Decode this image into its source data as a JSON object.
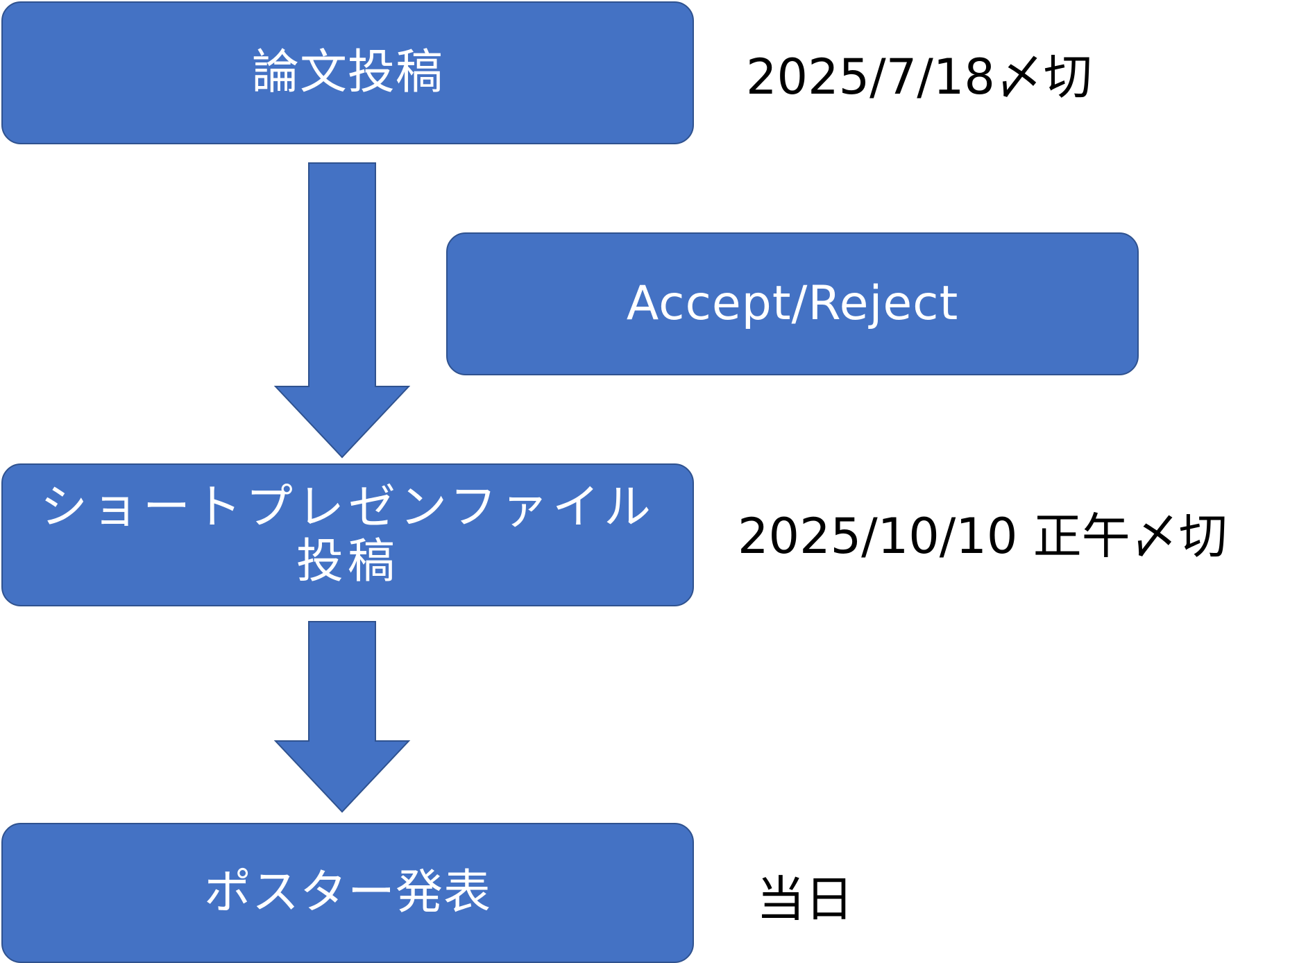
{
  "steps": [
    {
      "label": "論文投稿"
    },
    {
      "label": "Accept/Reject"
    },
    {
      "label_line1": "ショートプレゼンファイル",
      "label_line2": "投稿"
    },
    {
      "label": "ポスター発表"
    }
  ],
  "notes": {
    "submit_deadline": "2025/7/18〆切",
    "short_deadline": "2025/10/10 正午〆切",
    "poster_day": "当日"
  },
  "colors": {
    "box_fill": "#4472c4",
    "box_border": "#2f528f",
    "box_text": "#ffffff"
  },
  "icons": {
    "arrow_1": "down-arrow",
    "arrow_2": "down-arrow"
  }
}
